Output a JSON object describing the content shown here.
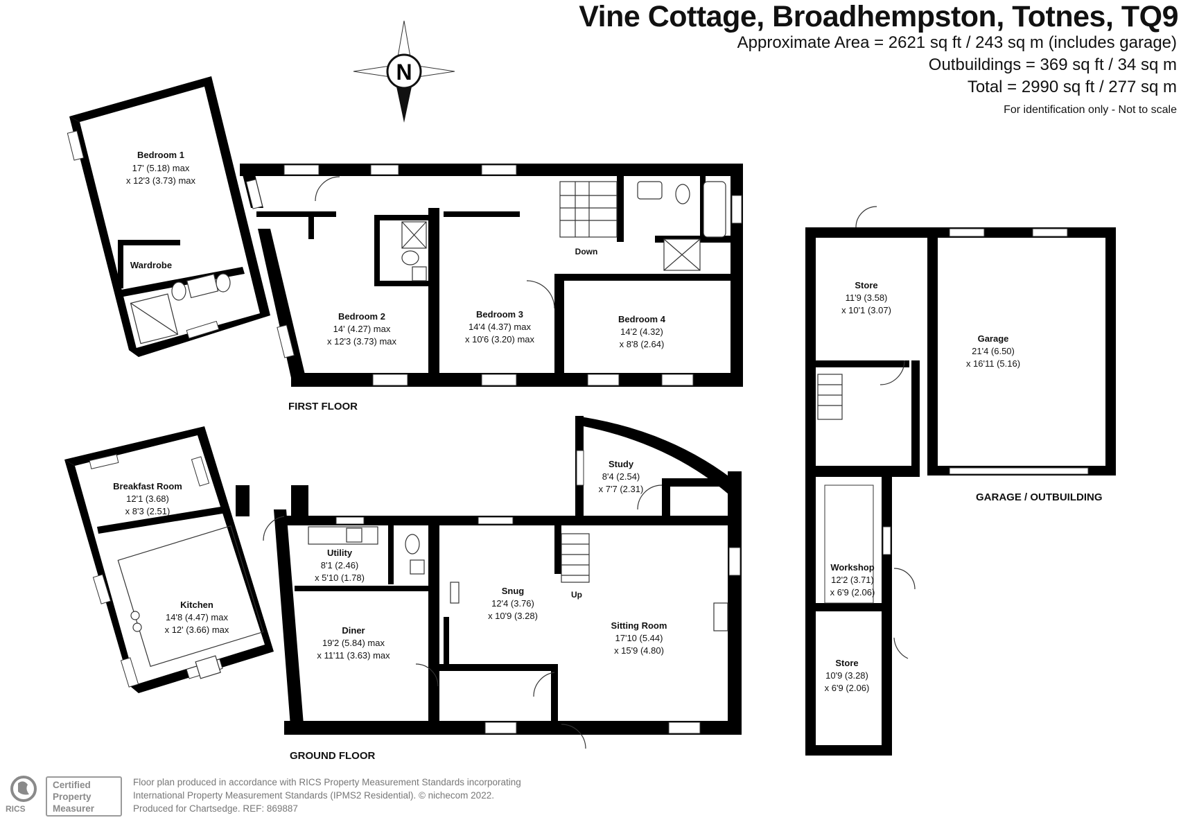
{
  "header": {
    "title": "Vine Cottage, Broadhempston, Totnes, TQ9",
    "area_lines": [
      "Approximate Area = 2621 sq ft / 243 sq m (includes garage)",
      "Outbuildings = 369 sq ft / 34 sq m",
      "Total = 2990 sq ft / 277 sq m"
    ],
    "note": "For identification only - Not to scale"
  },
  "compass": {
    "letter": "N"
  },
  "floors": {
    "first": "FIRST FLOOR",
    "ground": "GROUND FLOOR",
    "garage": "GARAGE / OUTBUILDING"
  },
  "rooms": {
    "bedroom1": {
      "name": "Bedroom 1",
      "dim1": "17' (5.18) max",
      "dim2": "x 12'3 (3.73) max"
    },
    "wardrobe": {
      "name": "Wardrobe"
    },
    "bedroom2": {
      "name": "Bedroom 2",
      "dim1": "14' (4.27) max",
      "dim2": "x 12'3 (3.73) max"
    },
    "bedroom3": {
      "name": "Bedroom 3",
      "dim1": "14'4 (4.37) max",
      "dim2": "x 10'6 (3.20) max"
    },
    "bedroom4": {
      "name": "Bedroom 4",
      "dim1": "14'2 (4.32)",
      "dim2": "x 8'8 (2.64)"
    },
    "down": {
      "name": "Down"
    },
    "breakfast": {
      "name": "Breakfast Room",
      "dim1": "12'1 (3.68)",
      "dim2": "x 8'3 (2.51)"
    },
    "kitchen": {
      "name": "Kitchen",
      "dim1": "14'8 (4.47) max",
      "dim2": "x 12' (3.66) max"
    },
    "utility": {
      "name": "Utility",
      "dim1": "8'1 (2.46)",
      "dim2": "x 5'10 (1.78)"
    },
    "diner": {
      "name": "Diner",
      "dim1": "19'2 (5.84) max",
      "dim2": "x 11'11 (3.63) max"
    },
    "snug": {
      "name": "Snug",
      "dim1": "12'4 (3.76)",
      "dim2": "x 10'9 (3.28)"
    },
    "study": {
      "name": "Study",
      "dim1": "8'4 (2.54)",
      "dim2": "x 7'7 (2.31)"
    },
    "sitting": {
      "name": "Sitting Room",
      "dim1": "17'10 (5.44)",
      "dim2": "x 15'9 (4.80)"
    },
    "up": {
      "name": "Up"
    },
    "store1": {
      "name": "Store",
      "dim1": "11'9 (3.58)",
      "dim2": "x 10'1 (3.07)"
    },
    "garage": {
      "name": "Garage",
      "dim1": "21'4 (6.50)",
      "dim2": "x 16'11 (5.16)"
    },
    "workshop": {
      "name": "Workshop",
      "dim1": "12'2 (3.71)",
      "dim2": "x 6'9 (2.06)"
    },
    "store2": {
      "name": "Store",
      "dim1": "10'9 (3.28)",
      "dim2": "x 6'9 (2.06)"
    }
  },
  "footer": {
    "lines": [
      "Floor plan produced in accordance with RICS Property Measurement Standards incorporating",
      "International Property Measurement Standards (IPMS2 Residential).  © nichecom 2022.",
      "Produced for Chartsedge.  REF: 869887"
    ],
    "badge_lines": [
      "Certified",
      "Property",
      "Measurer"
    ],
    "logo_text": "RICS"
  }
}
